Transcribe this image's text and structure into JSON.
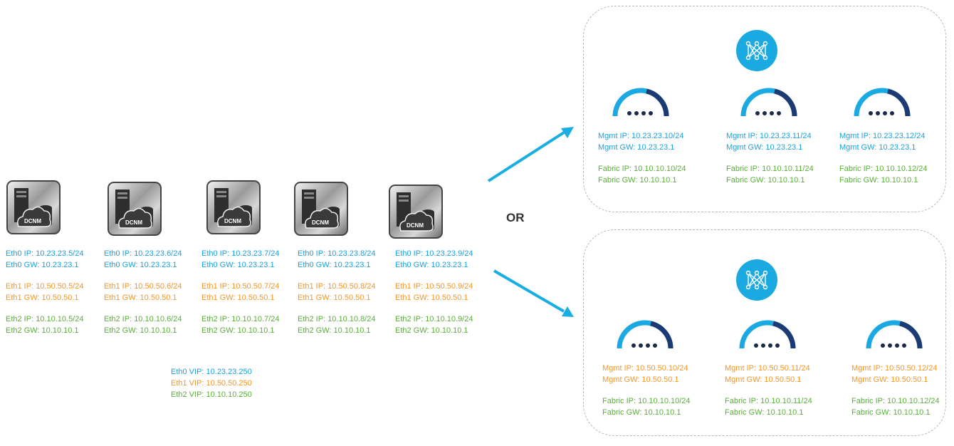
{
  "servers": [
    {
      "icon_text": "DCNM",
      "eth0_ip": "Eth0 IP: 10.23.23.5/24",
      "eth0_gw": "Eth0 GW: 10.23.23.1",
      "eth1_ip": "Eth1 IP: 10.50.50.5/24",
      "eth1_gw": "Eth1 GW: 10.50.50.1",
      "eth2_ip": "Eth2 IP: 10.10.10.5/24",
      "eth2_gw": "Eth2 GW: 10.10.10.1"
    },
    {
      "icon_text": "DCNM",
      "eth0_ip": "Eth0 IP: 10.23.23.6/24",
      "eth0_gw": "Eth0 GW: 10.23.23.1",
      "eth1_ip": "Eth1 IP: 10.50.50.6/24",
      "eth1_gw": "Eth1 GW: 10.50.50.1",
      "eth2_ip": "Eth2 IP: 10.10.10.6/24",
      "eth2_gw": "Eth2 GW: 10.10.10.1"
    },
    {
      "icon_text": "DCNM",
      "eth0_ip": "Eth0 IP: 10.23.23.7/24",
      "eth0_gw": "Eth0 GW: 10.23.23.1",
      "eth1_ip": "Eth1 IP: 10.50.50.7/24",
      "eth1_gw": "Eth1 GW: 10.50.50.1",
      "eth2_ip": "Eth2 IP: 10.10.10.7/24",
      "eth2_gw": "Eth2 GW: 10.10.10.1"
    },
    {
      "icon_text": "DCNM",
      "eth0_ip": "Eth0 IP: 10.23.23.8/24",
      "eth0_gw": "Eth0 GW: 10.23.23.1",
      "eth1_ip": "Eth1 IP: 10.50.50.8/24",
      "eth1_gw": "Eth1 GW: 10.50.50.1",
      "eth2_ip": "Eth2 IP: 10.10.10.8/24",
      "eth2_gw": "Eth2 GW: 10.10.10.1"
    },
    {
      "icon_text": "DCNM",
      "eth0_ip": "Eth0 IP: 10.23.23.9/24",
      "eth0_gw": "Eth0 GW: 10.23.23.1",
      "eth1_ip": "Eth1 IP: 10.50.50.9/24",
      "eth1_gw": "Eth1 GW: 10.50.50.1",
      "eth2_ip": "Eth2 IP: 10.10.10.9/24",
      "eth2_gw": "Eth2 GW: 10.10.10.1"
    }
  ],
  "vip": {
    "eth0": "Eth0 VIP: 10.23.23.250",
    "eth1": "Eth1 VIP: 10.50.50.250",
    "eth2": "Eth2 VIP: 10.10.10.250"
  },
  "or_label": "OR",
  "clusters": [
    {
      "nodes": [
        {
          "mgmt_ip": "Mgmt IP: 10.23.23.10/24",
          "mgmt_gw": "Mgmt GW: 10.23.23.1",
          "fabric_ip": "Fabric IP: 10.10.10.10/24",
          "fabric_gw": "Fabric GW: 10.10.10.1"
        },
        {
          "mgmt_ip": "Mgmt IP: 10.23.23.11/24",
          "mgmt_gw": "Mgmt GW: 10.23.23.1",
          "fabric_ip": "Fabric IP: 10.10.10.11/24",
          "fabric_gw": "Fabric GW: 10.10.10.1"
        },
        {
          "mgmt_ip": "Mgmt IP: 10.23.23.12/24",
          "mgmt_gw": "Mgmt GW: 10.23.23.1",
          "fabric_ip": "Fabric IP: 10.10.10.12/24",
          "fabric_gw": "Fabric GW: 10.10.10.1"
        }
      ]
    },
    {
      "nodes": [
        {
          "mgmt_ip": "Mgmt IP: 10.50.50.10/24",
          "mgmt_gw": "Mgmt GW: 10.50.50.1",
          "fabric_ip": "Fabric IP: 10.10.10.10/24",
          "fabric_gw": "Fabric GW: 10.10.10.1"
        },
        {
          "mgmt_ip": "Mgmt IP: 10.50.50.11/24",
          "mgmt_gw": "Mgmt GW: 10.50.50.1",
          "fabric_ip": "Fabric IP: 10.10.10.11/24",
          "fabric_gw": "Fabric GW: 10.10.10.1"
        },
        {
          "mgmt_ip": "Mgmt IP: 10.50.50.12/24",
          "mgmt_gw": "Mgmt GW: 10.50.50.1",
          "fabric_ip": "Fabric IP: 10.10.10.12/24",
          "fabric_gw": "Fabric GW: 10.10.10.1"
        }
      ]
    }
  ],
  "colors": {
    "eth0_blue": "#1ba1de",
    "eth1_orange": "#f5962a",
    "eth2_green": "#5aae3a",
    "arrow": "#18aee3",
    "fabric_logo": "#1ba9e1"
  },
  "icons": {
    "server": "dcnm-server-icon",
    "fabric": "fabric-mesh-icon",
    "node": "node-gauge-icon",
    "arrow": "arrow-icon"
  }
}
